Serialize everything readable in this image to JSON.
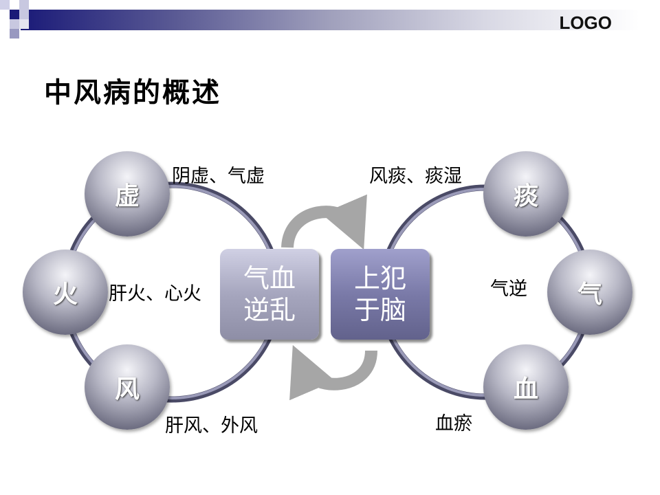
{
  "header": {
    "logo": "LOGO"
  },
  "title": "中风病的概述",
  "left": {
    "nodes": [
      {
        "label": "虚",
        "note": "阴虚、气虚"
      },
      {
        "label": "火",
        "note": "肝火、心火"
      },
      {
        "label": "风",
        "note": "肝风、外风"
      }
    ],
    "center_lines": [
      "气血",
      "逆乱"
    ]
  },
  "right": {
    "nodes": [
      {
        "label": "痰",
        "note": "风痰、痰湿"
      },
      {
        "label": "气",
        "note": "气逆"
      },
      {
        "label": "血",
        "note": "血瘀"
      }
    ],
    "center_lines": [
      "上犯",
      "于脑"
    ]
  },
  "colors": {
    "ring": "#6a6a8a",
    "left_box": "#a6a6c0",
    "right_box": "#7a7aa8",
    "arrow": "#a6a6a6"
  }
}
